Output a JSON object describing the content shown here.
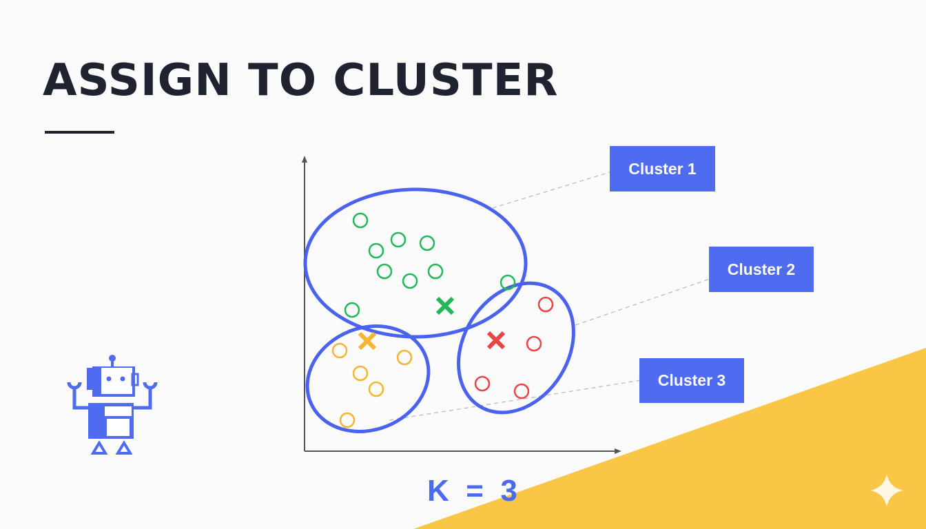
{
  "title": "ASSIGN TO CLUSTER",
  "labels": {
    "cluster1": "Cluster 1",
    "cluster2": "Cluster 2",
    "cluster3": "Cluster 3"
  },
  "k_label": "K  =  3",
  "colors": {
    "cluster_outline": "#4a63ee",
    "green": "#22b85a",
    "orange": "#f5b531",
    "red": "#e84545",
    "label_bg": "#4f6cf0",
    "accent_yellow": "#f9c646",
    "text": "#1f2330"
  },
  "clusters": [
    {
      "name": "Cluster 1",
      "color": "green",
      "points": 9
    },
    {
      "name": "Cluster 2",
      "color": "red",
      "points": 4
    },
    {
      "name": "Cluster 3",
      "color": "orange",
      "points": 5
    }
  ]
}
